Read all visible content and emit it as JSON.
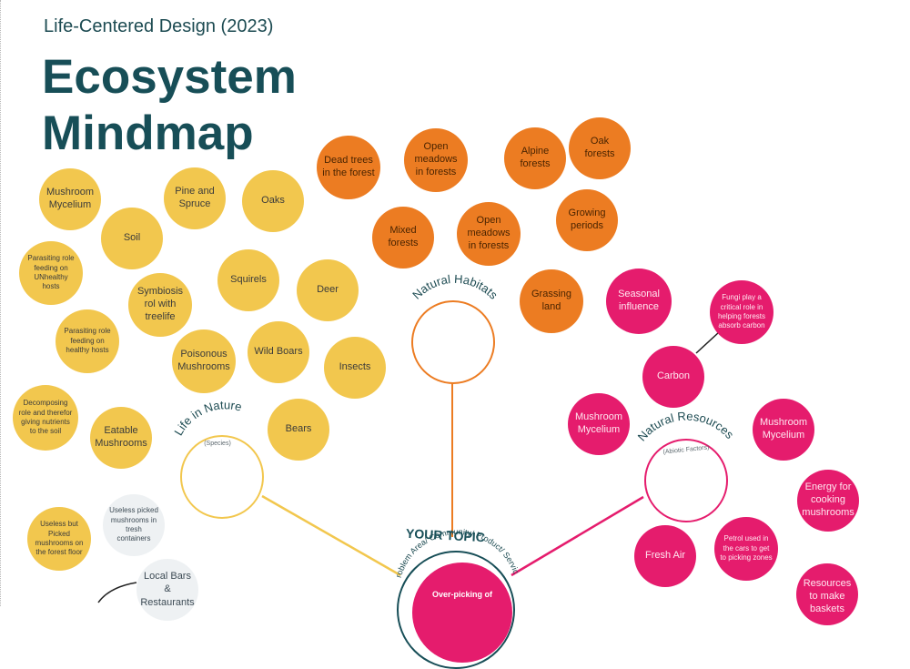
{
  "header": {
    "subtitle": "Life-Centered Design (2023)",
    "title_line1": "Ecosystem",
    "title_line2": "Mindmap"
  },
  "colors": {
    "yellow": "#f2c74e",
    "orange": "#ec7c22",
    "magenta": "#e51c6d",
    "teal": "#174e57",
    "grey": "#eef1f3"
  },
  "hubs": {
    "natural_habitats": {
      "label": "Natural Habitats"
    },
    "life_in_nature": {
      "label": "Life in Nature",
      "sub": "(Species)"
    },
    "natural_resources": {
      "label": "Natural Resources",
      "sub": "(Abiotic Factors)"
    }
  },
  "topic": {
    "label": "YOUR TOPIC",
    "arc_text": "Problem Area/ Community/ Product/ Service",
    "center": "Over-picking of"
  },
  "life_in_nature_items": [
    "Mushroom Mycelium",
    "Pine and Spruce",
    "Oaks",
    "Soil",
    "Parasiting role feeding on UNhealthy hosts",
    "Symbiosis rol with treelife",
    "Squirels",
    "Deer",
    "Parasiting role feeding on healthy hosts",
    "Poisonous Mushrooms",
    "Wild Boars",
    "Insects",
    "Decomposing role and therefor giving nutrients to the soil",
    "Eatable Mushrooms",
    "Bears"
  ],
  "natural_habitats_items": [
    "Dead trees in the forest",
    "Open meadows in forests",
    "Alpine forests",
    "Oak forests",
    "Mixed forests",
    "Open meadows in forests",
    "Growing periods",
    "Grassing land"
  ],
  "natural_resources_items": [
    "Seasonal influence",
    "Fungi play a critical role in helping forests absorb carbon",
    "Carbon",
    "Mushroom Mycelium",
    "Mushroom Mycelium",
    "Energy for cooking mushrooms",
    "Fresh Air",
    "Petrol used in the cars to get to picking zones",
    "Resources to make baskets"
  ],
  "other_items": [
    "Useless but Picked mushrooms on the forest floor",
    "Useless picked mushrooms in tresh containers",
    "Local Bars & Restaurants"
  ]
}
